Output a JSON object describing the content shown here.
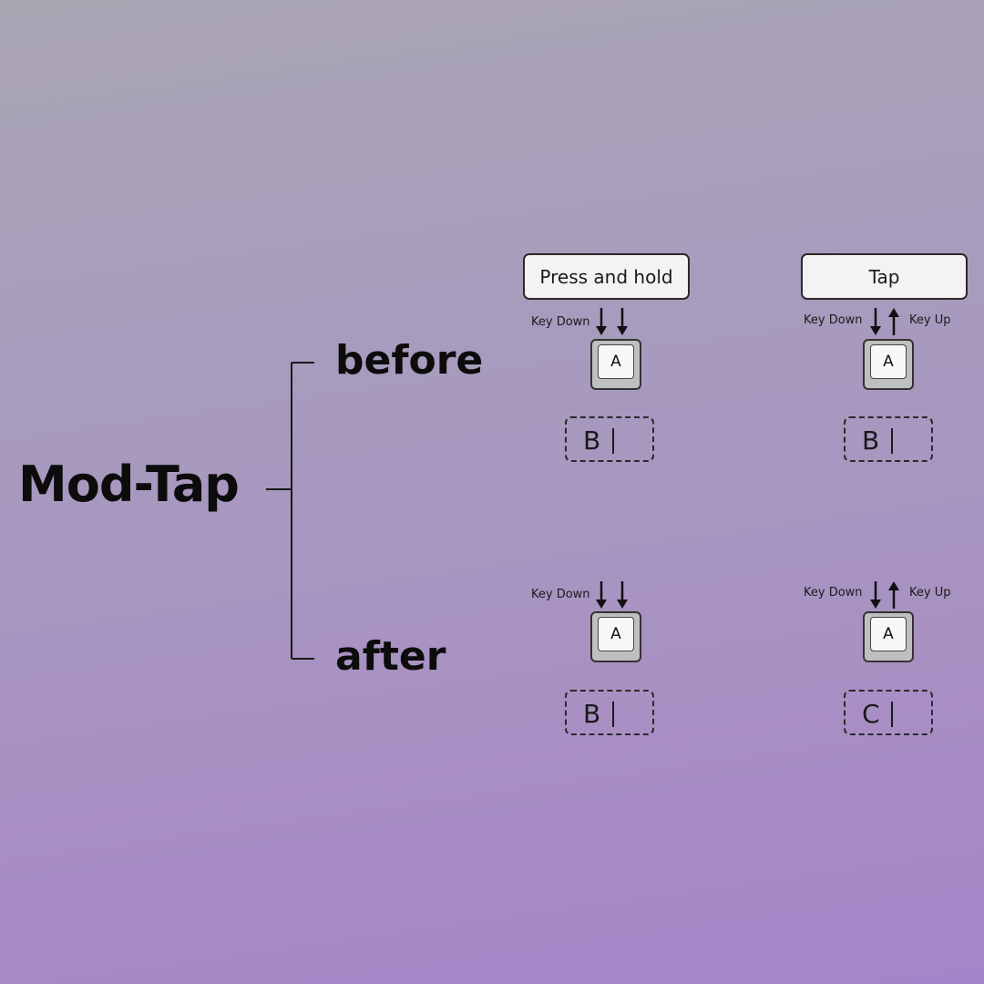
{
  "title": "Mod-Tap",
  "branches": {
    "before": "before",
    "after": "after"
  },
  "columns": {
    "hold": "Press and hold",
    "tap": "Tap"
  },
  "labels": {
    "key_down": "Key Down",
    "key_up": "Key Up"
  },
  "keys": {
    "before_hold": "A",
    "before_tap": "A",
    "after_hold": "A",
    "after_tap": "A"
  },
  "outputs": {
    "before_hold": "B",
    "before_tap": "B",
    "after_hold": "B",
    "after_tap": "C"
  },
  "icons": [
    "arrow-down-icon",
    "arrow-up-icon",
    "text-cursor-icon"
  ]
}
